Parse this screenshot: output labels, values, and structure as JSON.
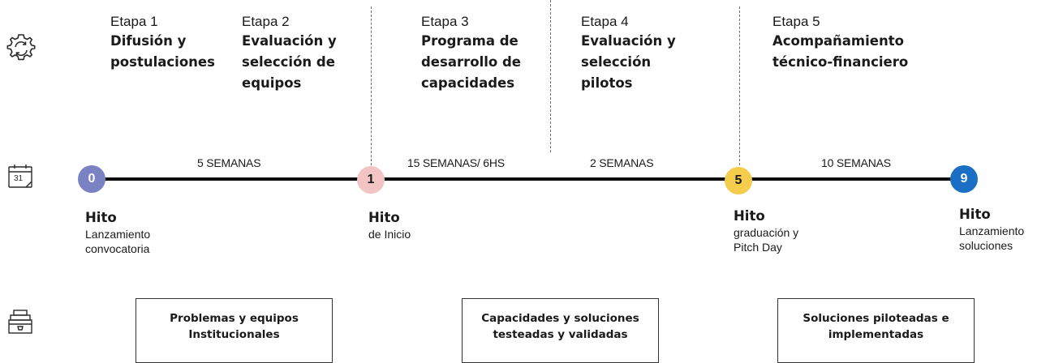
{
  "row_icons": {
    "process": "gear-cycle-icon",
    "calendar": "calendar-icon",
    "calendar_day": "31",
    "outputs": "toolbox-icon"
  },
  "stages": [
    {
      "number": "Etapa 1",
      "title": "Difusión y\npostulaciones"
    },
    {
      "number": "Etapa 2",
      "title": "Evaluación y\nselección de\nequipos"
    },
    {
      "number": "Etapa 3",
      "title": "Programa de\ndesarrollo de\ncapacidades"
    },
    {
      "number": "Etapa 4",
      "title": "Evaluación y\nselección\npilotos"
    },
    {
      "number": "Etapa 5",
      "title": "Acompañamiento\ntécnico-financiero"
    }
  ],
  "durations": [
    "5 SEMANAS",
    "15 SEMANAS/ 6HS",
    "2 SEMANAS",
    "10 SEMANAS"
  ],
  "milestones": [
    {
      "number": "0",
      "heading": "Hito",
      "description": "Lanzamiento\nconvocatoria",
      "color": "#7b82c4",
      "text_color": "#ffffff"
    },
    {
      "number": "1",
      "heading": "Hito",
      "description": "de Inicio",
      "color": "#f2c4c4",
      "text_color": "#1a1a1a"
    },
    {
      "number": "5",
      "heading": "Hito",
      "description": "graduación y\nPitch Day",
      "color": "#f5cd4d",
      "text_color": "#1a1a1a"
    },
    {
      "number": "9",
      "heading": "Hito",
      "description": "Lanzamiento\nsoluciones",
      "color": "#1a6fc4",
      "text_color": "#ffffff"
    }
  ],
  "outputs": [
    "Problemas y equipos\nInstitucionales",
    "Capacidades y soluciones\ntesteadas y validadas",
    "Soluciones piloteadas e\nimplementadas"
  ],
  "colors": {
    "line": "#0d0d0d",
    "separator": "#6f6f6f",
    "text": "#1a1a1a"
  }
}
